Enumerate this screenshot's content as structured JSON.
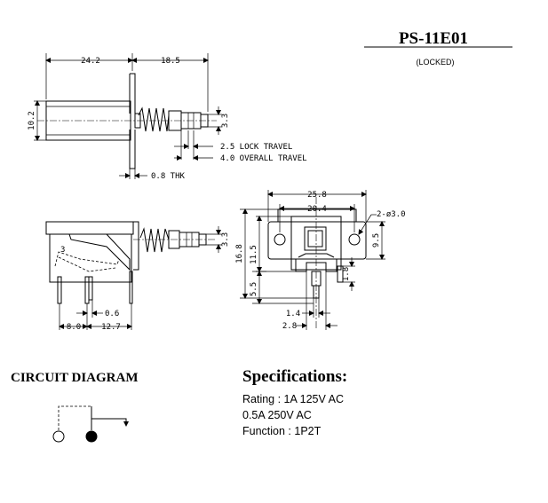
{
  "header": {
    "part_number": "PS-11E01",
    "variant": "(LOCKED)"
  },
  "top_view": {
    "dims": {
      "body_length": "24.2",
      "plunger_length": "18.5",
      "height": "10.2",
      "plunger_dia": "3.3",
      "lock_travel": "2.5 LOCK TRAVEL",
      "overall_travel": "4.0 OVERALL TRAVEL",
      "thickness": "0.8 THK"
    }
  },
  "side_view": {
    "dims": {
      "plunger_dia": "3.3",
      "pin_offset": "0.6",
      "pin_pitch_a": "8.0",
      "pin_pitch_b": "12.7",
      "marker": "3"
    }
  },
  "front_view": {
    "dims": {
      "width_outer": "25.8",
      "hole_pitch": "20.4",
      "holes": "2-ø3.0",
      "total_height": "16.8",
      "body_height": "11.5",
      "flange_height": "9.5",
      "lower_height": "5.5",
      "pin_height": "1.8",
      "pin_width": "1.4",
      "pin_span": "2.8"
    }
  },
  "circuit": {
    "title": "CIRCUIT DIAGRAM"
  },
  "specifications": {
    "title": "Specifications:",
    "lines": [
      "Rating : 1A 125V AC",
      "0.5A 250V AC",
      "Function : 1P2T"
    ]
  }
}
